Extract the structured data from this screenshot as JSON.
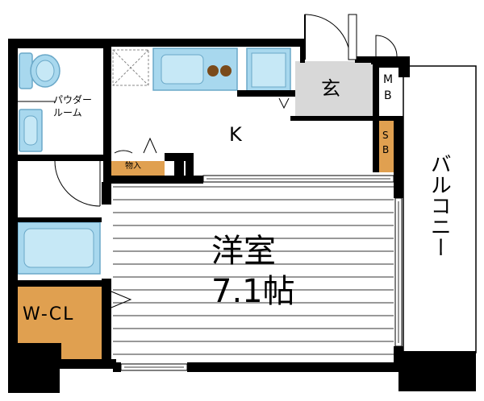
{
  "rooms": {
    "powder_room": "パウダールーム",
    "powder_room_line1": "パウダー",
    "powder_room_line2": "ルーム",
    "kitchen": "K",
    "storage": "物入",
    "entrance": "玄",
    "meter_box_1": "M",
    "meter_box_2": "B",
    "shoe_box_1": "S",
    "shoe_box_2": "B",
    "western_room_line1": "洋室",
    "western_room_line2": "7.1帖",
    "walk_in_closet": "W-CL",
    "balcony": "バルコニー"
  },
  "colors": {
    "wall": "#000000",
    "fixture_blue": "#a8d8ee",
    "fixture_blue_dark": "#8cc8e4",
    "closet_orange": "#e0a050",
    "entrance_gray": "#d8d8d8",
    "floor_line": "#333333",
    "stove_burner": "#7a4a1a"
  },
  "icons": [
    "toilet-icon",
    "sink-icon",
    "bathtub-icon",
    "kitchen-sink-icon",
    "stove-icon",
    "washer-icon",
    "door-swing-icon"
  ]
}
